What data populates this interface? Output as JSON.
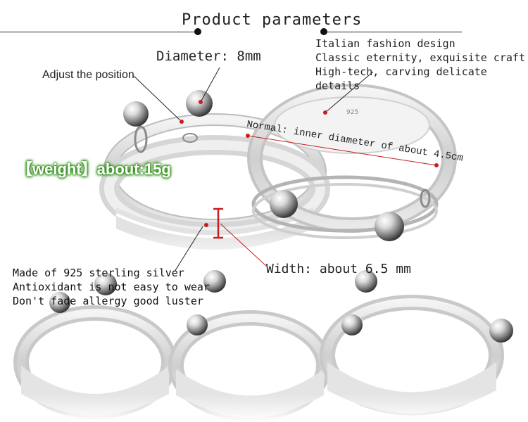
{
  "header": {
    "title": "Product parameters"
  },
  "features": [
    "Italian fashion design",
    "Classic eternity, exquisite craft",
    "High-tech, carving delicate details"
  ],
  "annotations": {
    "diameter": "Diameter: 8mm",
    "adjust": "Adjust the position",
    "inner_diameter": "Normal: inner diameter of about 4.5cm",
    "width": "Width: about 6.5 mm",
    "stamp": "925"
  },
  "weight": "【weight】about:15g",
  "material": [
    "Made of 925 sterling silver",
    "Antioxidant is not easy to wear",
    "Don't fade allergy good luster"
  ],
  "colors": {
    "accent_red": "#c81e1e",
    "weight_glow": "#2f8a18",
    "silver": "#c9c9c9"
  }
}
